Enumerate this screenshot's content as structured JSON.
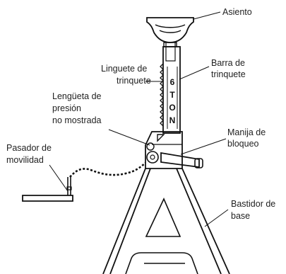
{
  "labels": {
    "asiento": "Asiento",
    "barra": [
      "Barra de",
      "trinquete"
    ],
    "linguete": [
      "Linguete de",
      "trinquete"
    ],
    "lengueta": [
      "Lengüeta de",
      "presión",
      "no mostrada"
    ],
    "manija": [
      "Manija de",
      "bloqueo"
    ],
    "pasador": [
      "Pasador de",
      "movilidad"
    ],
    "bastidor": [
      "Bastidor de",
      "base"
    ]
  },
  "capacity_marking": [
    "6",
    "T",
    "O",
    "N"
  ]
}
